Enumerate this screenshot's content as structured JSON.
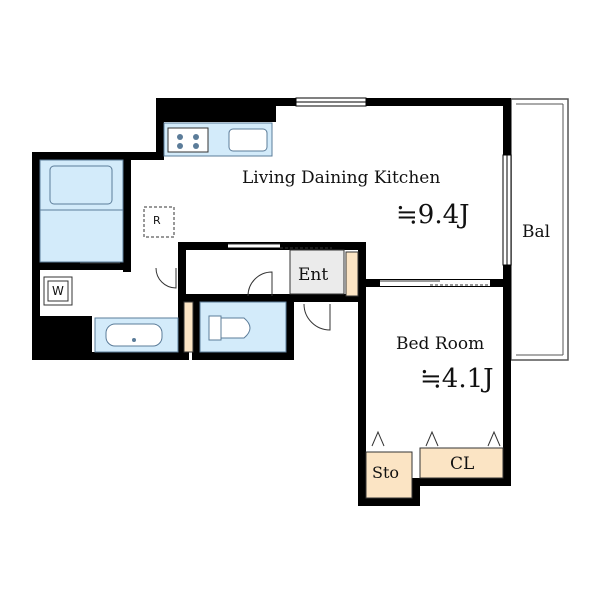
{
  "rooms": {
    "ldk": {
      "label": "Living Daining Kitchen",
      "area": "≒9.4J"
    },
    "balcony": {
      "label": "Bal"
    },
    "entrance": {
      "label": "Ent"
    },
    "bedroom": {
      "label": "Bed Room",
      "area": "≒4.1J"
    },
    "storage": {
      "label": "Sto"
    },
    "closet": {
      "label": "CL"
    }
  },
  "fixtures": {
    "refrigerator": {
      "label": "R"
    },
    "washer": {
      "label": "W"
    }
  },
  "colors": {
    "wall": "#000000",
    "fixture_blue": "#d3ebfa",
    "fixture_stroke": "#5b7c99",
    "storage_fill": "#fbe4c4",
    "line_gray": "#888888"
  }
}
